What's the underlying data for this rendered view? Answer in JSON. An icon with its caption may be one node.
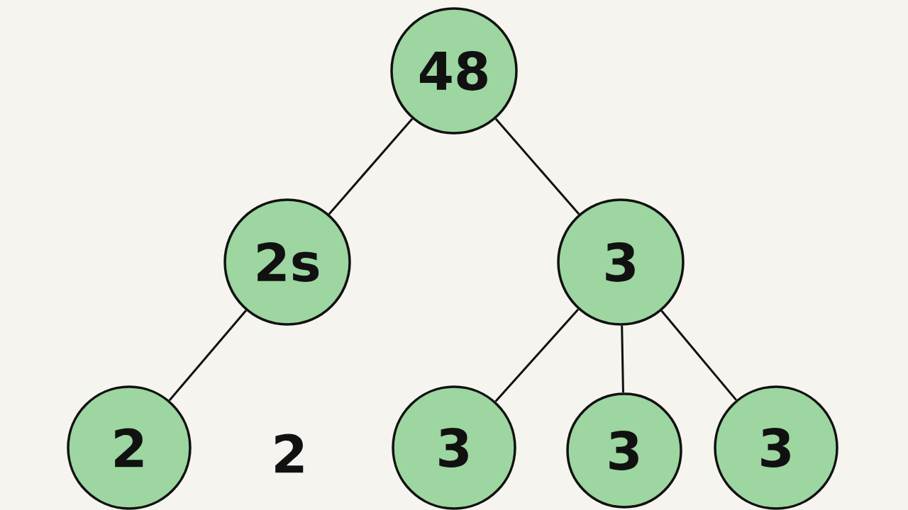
{
  "diagram": {
    "nodes": [
      {
        "text": [
          "48"
        ]
      },
      {
        "text": [
          "2s"
        ]
      },
      {
        "text": [
          "3"
        ]
      },
      {
        "text": [
          "2"
        ]
      },
      {
        "text": [
          "3"
        ]
      },
      {
        "text": [
          "3"
        ]
      },
      {
        "text": [
          "3"
        ]
      }
    ],
    "edges": [
      {
        "from": 0,
        "to": 1,
        "arrow": "none"
      },
      {
        "from": 0,
        "to": 2,
        "arrow": "none"
      },
      {
        "from": 1,
        "to": 3,
        "arrow": "none"
      },
      {
        "from": 2,
        "to": 4,
        "arrow": "none"
      },
      {
        "from": 2,
        "to": 5,
        "arrow": "none"
      },
      {
        "from": 2,
        "to": 6,
        "arrow": "none"
      }
    ],
    "labels": [
      "2"
    ]
  }
}
